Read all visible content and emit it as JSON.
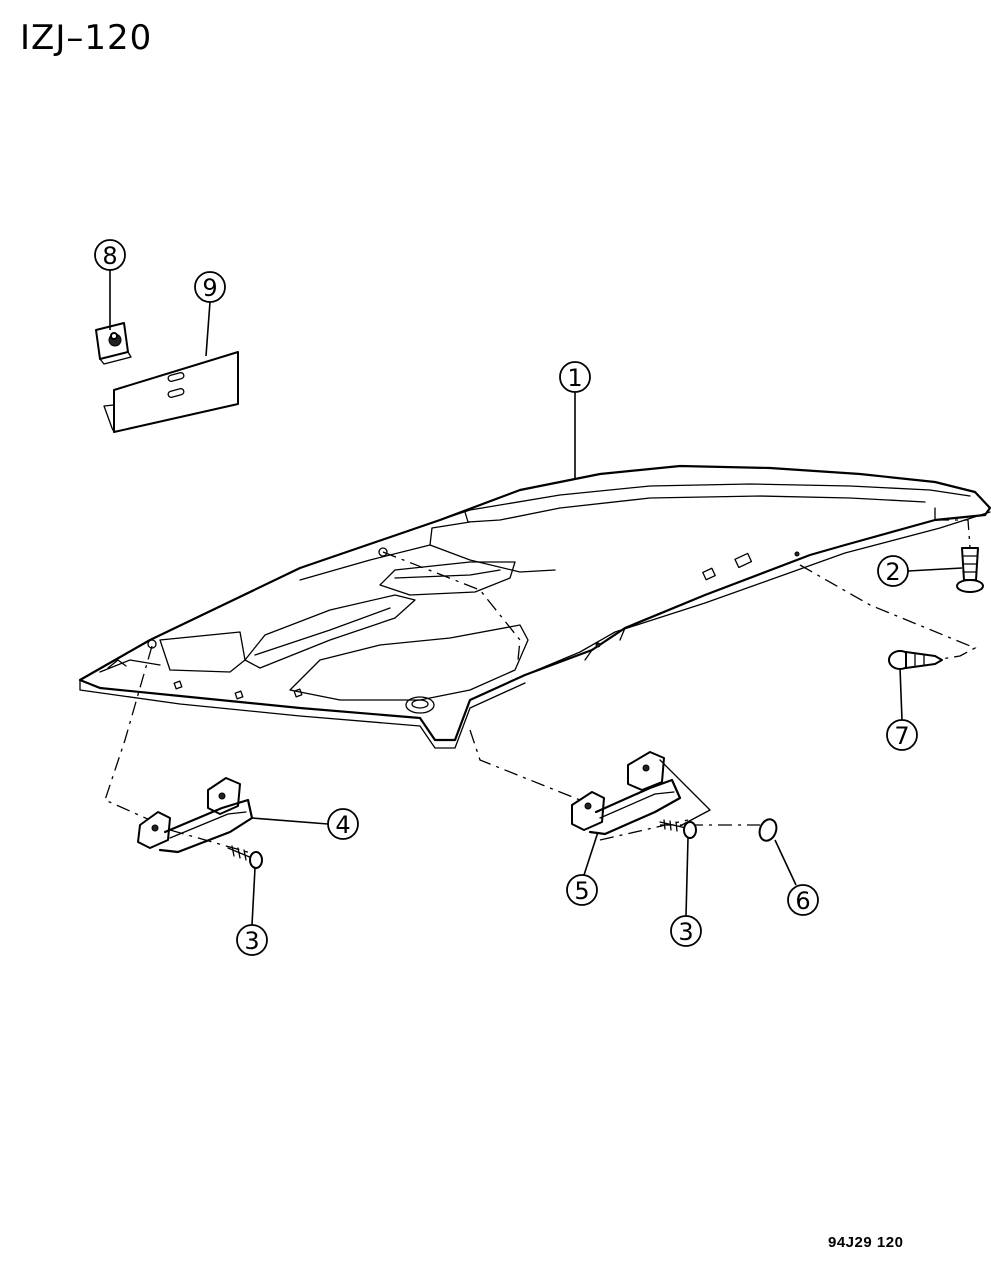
{
  "header": {
    "diagram_code": "IZJ–120"
  },
  "footer": {
    "drawing_code": "94J29 120"
  },
  "callouts": {
    "c1": "1",
    "c2": "2",
    "c3a": "3",
    "c3b": "3",
    "c4": "4",
    "c5": "5",
    "c6": "6",
    "c7": "7",
    "c8": "8",
    "c9": "9"
  }
}
